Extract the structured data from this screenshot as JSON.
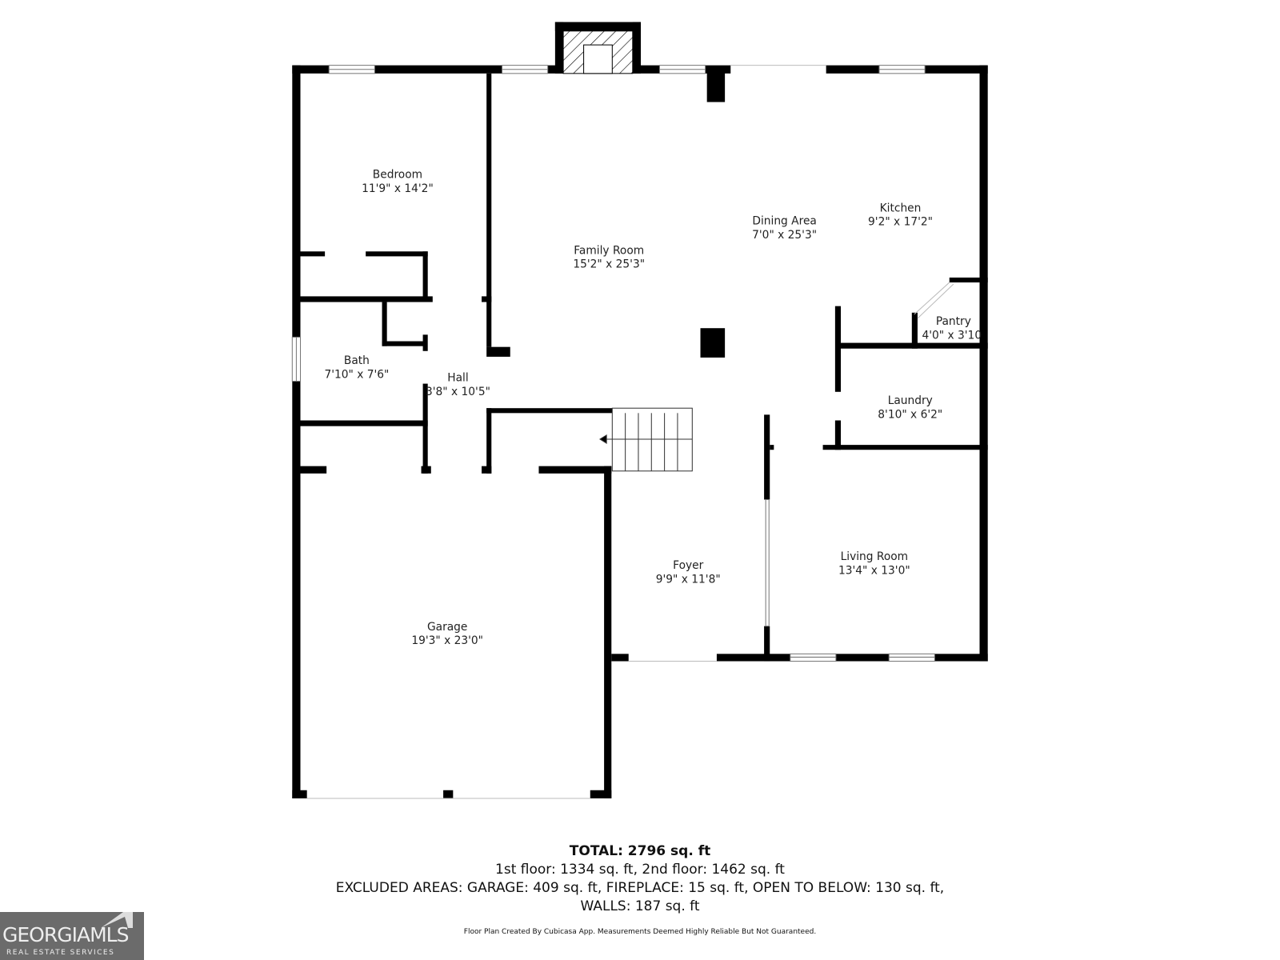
{
  "rooms": [
    {
      "name": "Bedroom",
      "size": "11'9\" x 14'2\""
    },
    {
      "name": "Family Room",
      "size": "15'2\" x 25'3\""
    },
    {
      "name": "Dining Area",
      "size": "7'0\" x 25'3\""
    },
    {
      "name": "Kitchen",
      "size": "9'2\" x 17'2\""
    },
    {
      "name": "Pantry",
      "size": "4'0\" x 3'10"
    },
    {
      "name": "Bath",
      "size": "7'10\" x 7'6\""
    },
    {
      "name": "Hall",
      "size": "3'8\" x 10'5\""
    },
    {
      "name": "Laundry",
      "size": "8'10\" x 6'2\""
    },
    {
      "name": "Foyer",
      "size": "9'9\" x 11'8\""
    },
    {
      "name": "Living Room",
      "size": "13'4\" x 13'0\""
    },
    {
      "name": "Garage",
      "size": "19'3\" x 23'0\""
    }
  ],
  "summary": {
    "total": "TOTAL: 2796 sq. ft",
    "floors": "1st floor: 1334 sq. ft, 2nd floor: 1462 sq. ft",
    "excluded": "EXCLUDED AREAS: GARAGE: 409 sq. ft, FIREPLACE: 15 sq. ft, OPEN TO BELOW: 130 sq. ft,",
    "walls": "WALLS: 187 sq. ft",
    "disclaimer": "Floor Plan Created By Cubicasa App. Measurements Deemed Highly Reliable But Not Guaranteed."
  },
  "logo": {
    "text": "GEORGIAMLS",
    "subtitle": "REAL ESTATE SERVICES"
  },
  "colors": {
    "wall": "#000000",
    "logo_bg": "#6b6b6b"
  }
}
